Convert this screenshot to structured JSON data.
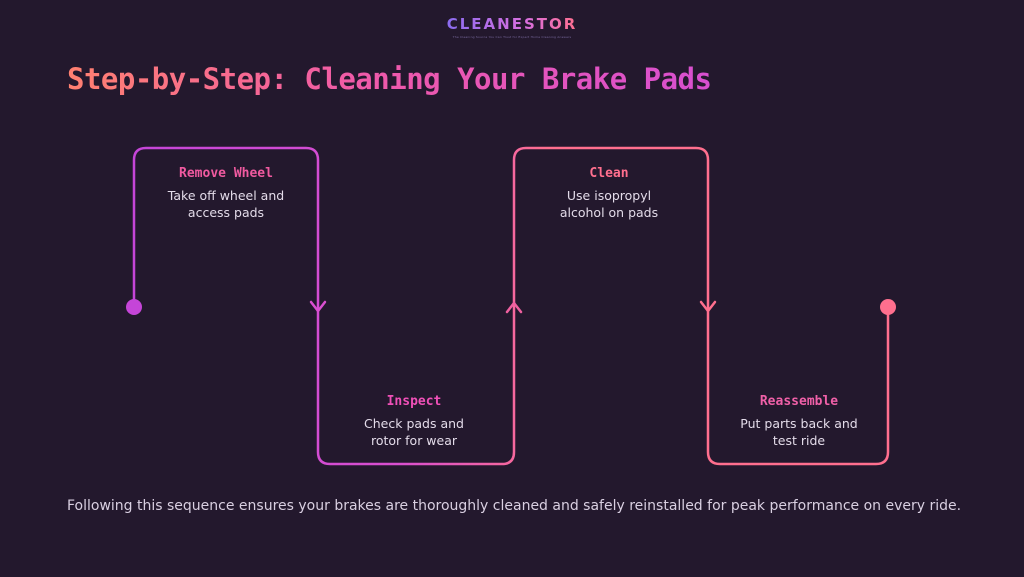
{
  "brand": {
    "name": "CLEANESTOR",
    "tagline": "The Cleaning Source You Can Trust for Expert Home Cleaning Answers"
  },
  "title": "Step-by-Step: Cleaning Your Brake Pads",
  "colors": {
    "background": "#23182d",
    "start": "#c545d8",
    "end": "#ff6f8e"
  },
  "steps": [
    {
      "title": "Remove Wheel",
      "desc": "Take off wheel and\naccess pads",
      "color": "#f05aa0"
    },
    {
      "title": "Inspect",
      "desc": "Check pads and\nrotor for wear",
      "color": "#f050b8"
    },
    {
      "title": "Clean",
      "desc": "Use isopropyl\nalcohol on pads",
      "color": "#ff6f8e"
    },
    {
      "title": "Reassemble",
      "desc": "Put parts back and\ntest ride",
      "color": "#f060a8"
    }
  ],
  "footer": "Following this sequence ensures your brakes are thoroughly cleaned and safely reinstalled for peak performance on every ride."
}
